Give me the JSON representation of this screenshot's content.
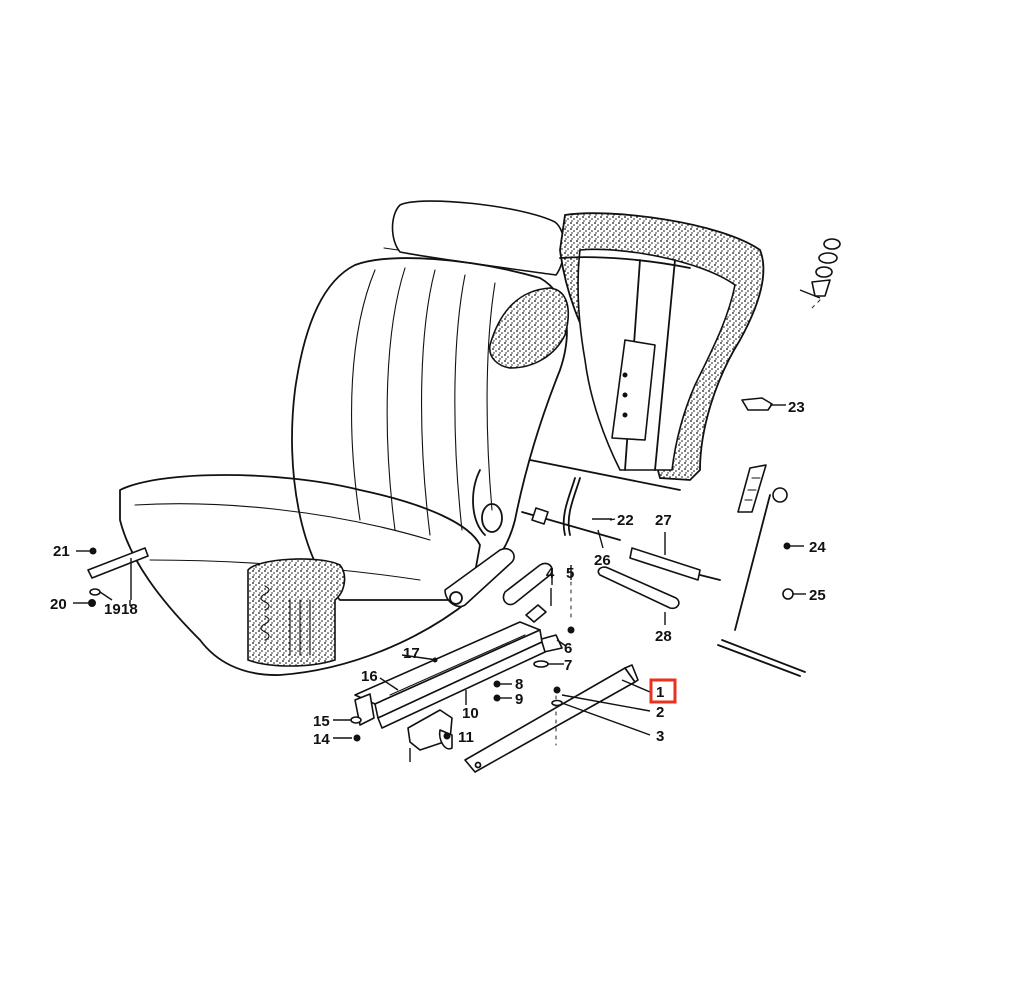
{
  "diagram": {
    "labels": [
      {
        "id": "1",
        "text": "1",
        "highlighted": true
      },
      {
        "id": "2",
        "text": "2"
      },
      {
        "id": "3",
        "text": "3"
      },
      {
        "id": "4",
        "text": "4"
      },
      {
        "id": "5",
        "text": "5"
      },
      {
        "id": "6",
        "text": "6"
      },
      {
        "id": "7",
        "text": "7"
      },
      {
        "id": "8",
        "text": "8"
      },
      {
        "id": "9",
        "text": "9"
      },
      {
        "id": "10",
        "text": "10"
      },
      {
        "id": "11",
        "text": "11"
      },
      {
        "id": "14",
        "text": "14"
      },
      {
        "id": "15",
        "text": "15"
      },
      {
        "id": "16",
        "text": "16"
      },
      {
        "id": "17",
        "text": "17"
      },
      {
        "id": "18",
        "text": "18"
      },
      {
        "id": "19",
        "text": "19"
      },
      {
        "id": "20",
        "text": "20"
      },
      {
        "id": "21",
        "text": "21"
      },
      {
        "id": "22",
        "text": "22"
      },
      {
        "id": "23",
        "text": "23"
      },
      {
        "id": "24",
        "text": "24"
      },
      {
        "id": "25",
        "text": "25"
      },
      {
        "id": "26",
        "text": "26"
      },
      {
        "id": "27",
        "text": "27"
      },
      {
        "id": "28",
        "text": "28"
      }
    ],
    "highlight_color": "#e8321f"
  }
}
